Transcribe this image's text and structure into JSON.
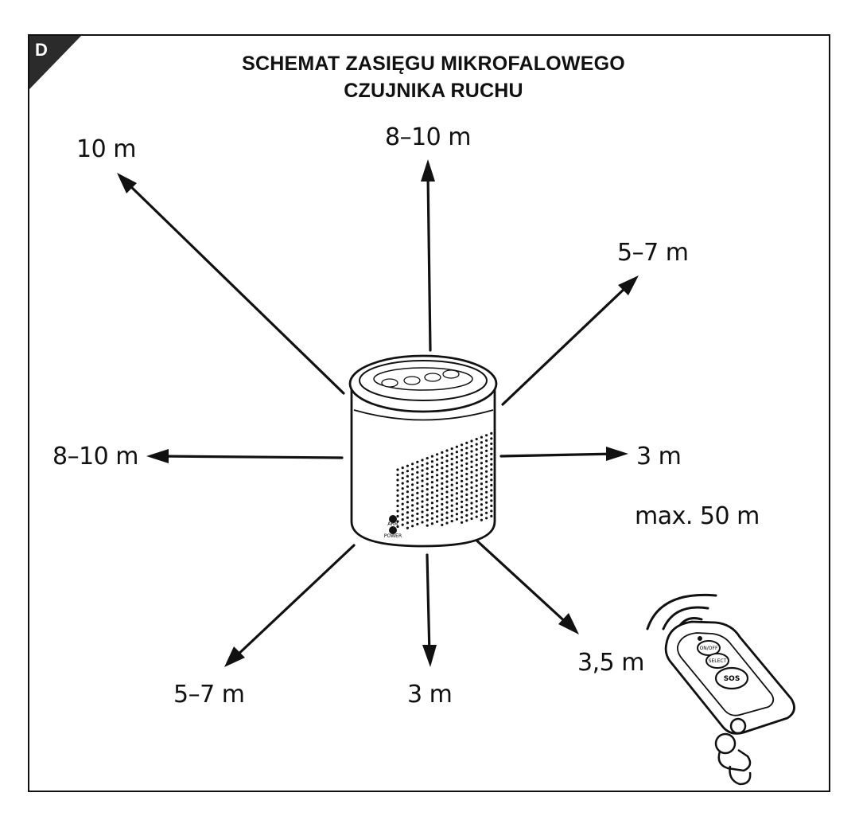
{
  "section_letter": "D",
  "title_line1": "SCHEMAT ZASIĘGU MIKROFALOWEGO",
  "title_line2": "CZUJNIKA RUCHU",
  "ranges": {
    "up": "8–10 m",
    "up_left": "10 m",
    "up_right": "5–7 m",
    "left": "8–10 m",
    "right": "3 m",
    "down_left": "5–7 m",
    "down": "3 m",
    "down_right": "3,5 m"
  },
  "remote_range": "max. 50 m",
  "sensor_labels": {
    "arm": "ARM",
    "power": "POWER"
  },
  "remote_buttons": {
    "onoff": "ON/OFF",
    "select": "SELECT",
    "sos": "SOS"
  }
}
